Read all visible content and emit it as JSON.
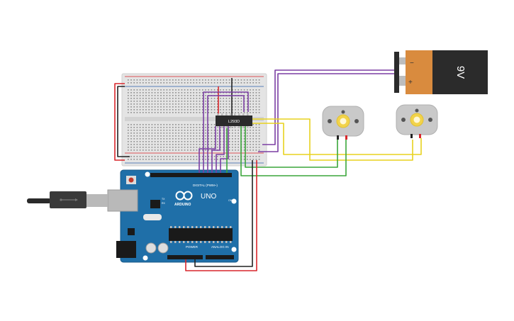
{
  "battery": {
    "voltage_label": "9V",
    "minus_label": "−",
    "plus_label": "+"
  },
  "driver_chip": {
    "label": "L293D"
  },
  "arduino": {
    "brand_label": "ARDUINO",
    "model_label": "UNO",
    "digital_label": "DIGITAL (PWM~)",
    "power_label": "POWER",
    "analog_label": "ANALOG IN",
    "tx_label": "TX",
    "rx_label": "RX",
    "on_label": "ON"
  },
  "colors": {
    "wire_red": "#d9262b",
    "wire_black": "#222222",
    "wire_purple": "#7b3fa3",
    "wire_yellow": "#e8d21f",
    "wire_green": "#3aa63a",
    "board_blue": "#1f6fa8",
    "battery_orange": "#d98b3e",
    "battery_black": "#2b2b2b",
    "motor_gray": "#c9c9c9",
    "motor_hub": "#f2d34a"
  }
}
